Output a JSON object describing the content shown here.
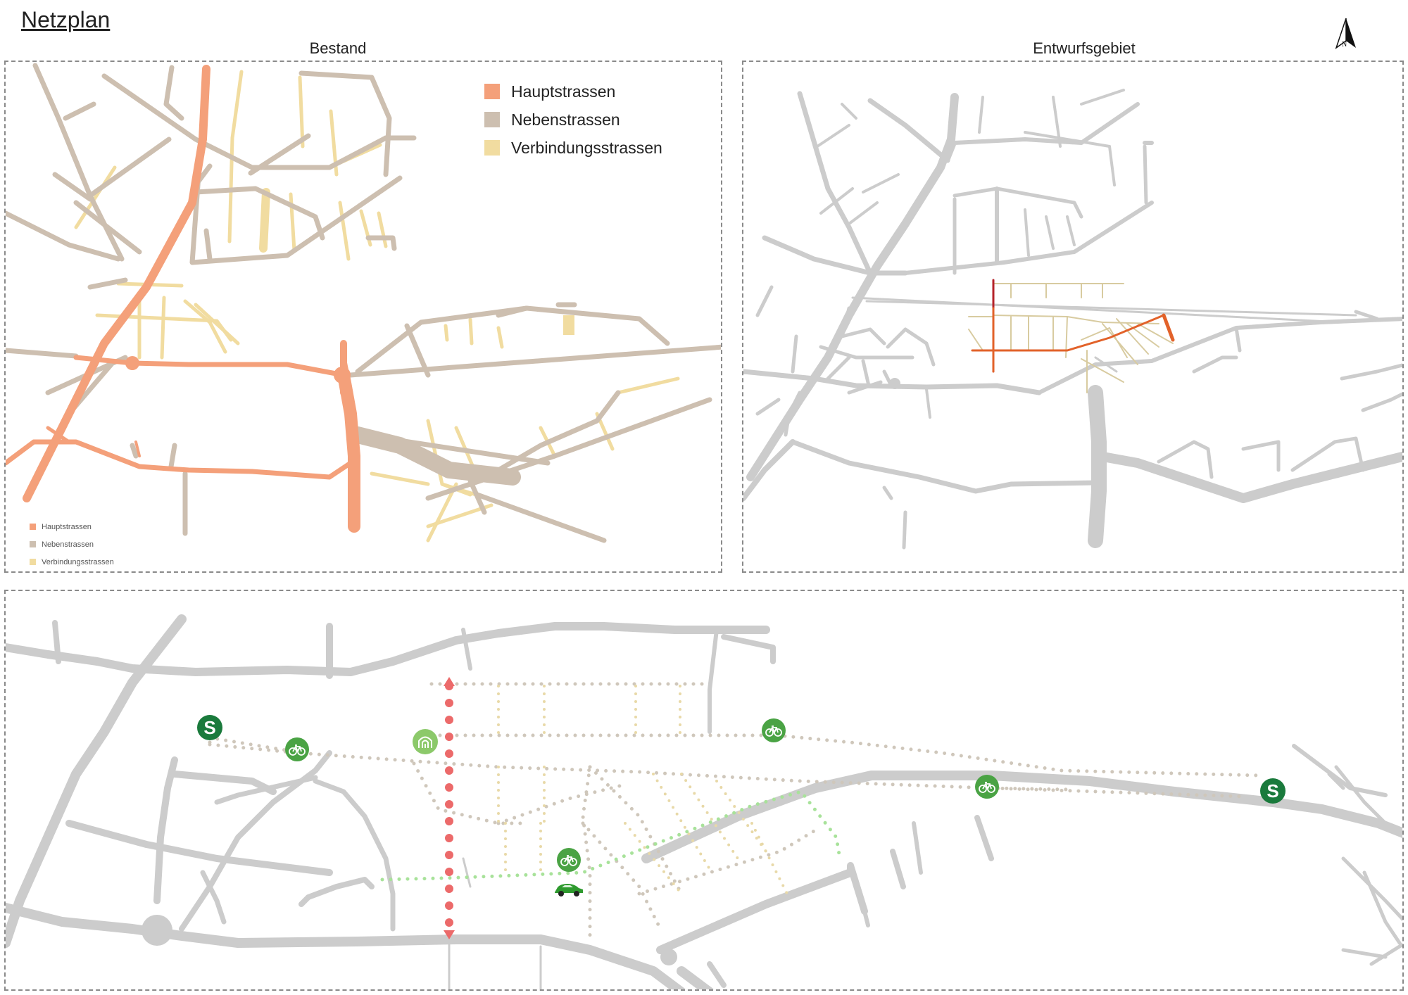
{
  "page_title": "Netzplan",
  "panels": {
    "left_title": "Bestand",
    "right_title": "Entwurfsgebiet"
  },
  "legend": {
    "items": [
      {
        "label": "Hauptstrassen",
        "color": "#f4a07a"
      },
      {
        "label": "Nebenstrassen",
        "color": "#cdbfb0"
      },
      {
        "label": "Verbindungsstrassen",
        "color": "#f1dca0"
      }
    ]
  },
  "north_arrow": {
    "letter": "N",
    "icon": "north-arrow-icon"
  },
  "colors": {
    "gray_road": "#cccccc",
    "red_axis": "#ec6a6a",
    "green_path": "#a8e29a",
    "dotted_beige": "#cfc7bb",
    "dotted_yellow": "#e8d9a8",
    "orange_design": "#e2622a",
    "dark_red_design": "#b5232a",
    "badge_green": "#4aa344",
    "s_bahn_green": "#1a7a3c",
    "car_green": "#2e9a2e"
  },
  "markers": {
    "s_bahn_label": "S",
    "s_bahn_icon": "s-bahn-icon",
    "bike_icon": "bicycle-icon",
    "tunnel_icon": "tunnel-icon",
    "car_icon": "car-icon"
  }
}
